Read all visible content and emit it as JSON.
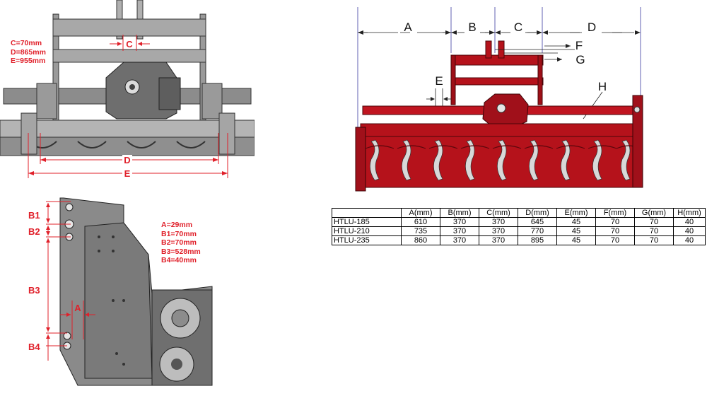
{
  "colors": {
    "dim_red": "#e0202a",
    "machine_red": "#b5121b",
    "machine_gray": "#7a7a7a",
    "dark_line": "#222222"
  },
  "top_left": {
    "specs": [
      "C=70mm",
      "D=865mm",
      "E=955mm"
    ],
    "labels": {
      "c": "C",
      "d": "D",
      "e": "E"
    }
  },
  "bottom_left": {
    "specs": [
      "A=29mm",
      "B1=70mm",
      "B2=70mm",
      "B3=528mm",
      "B4=40mm"
    ],
    "labels": {
      "b1": "B1",
      "b2": "B2",
      "b3": "B3",
      "b4": "B4",
      "a": "A"
    }
  },
  "right_drawing": {
    "labels": {
      "a": "A",
      "b": "B",
      "c": "C",
      "d": "D",
      "e": "E",
      "f": "F",
      "g": "G",
      "h": "H"
    }
  },
  "table": {
    "headers": [
      "",
      "A(mm)",
      "B(mm)",
      "C(mm)",
      "D(mm)",
      "E(mm)",
      "F(mm)",
      "G(mm)",
      "H(mm)"
    ],
    "rows": [
      [
        "HTLU-185",
        "610",
        "370",
        "370",
        "645",
        "45",
        "70",
        "70",
        "40"
      ],
      [
        "HTLU-210",
        "735",
        "370",
        "370",
        "770",
        "45",
        "70",
        "70",
        "40"
      ],
      [
        "HTLU-235",
        "860",
        "370",
        "370",
        "895",
        "45",
        "70",
        "70",
        "40"
      ]
    ]
  }
}
